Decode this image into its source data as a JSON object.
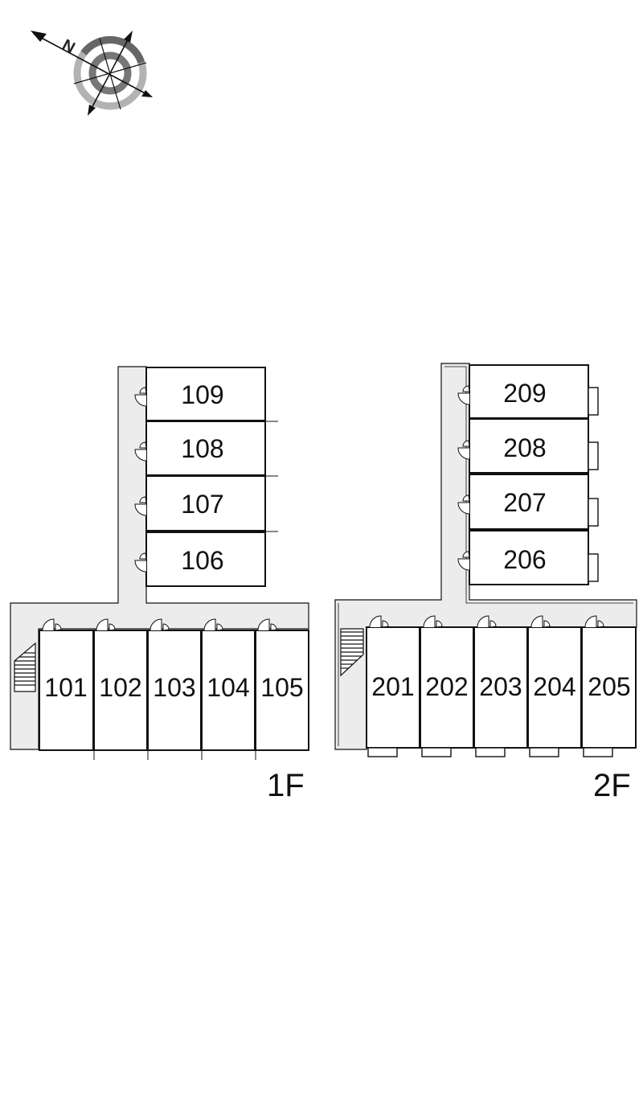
{
  "compass": {
    "north_label": "N",
    "icon": "compass-rose-icon"
  },
  "floors": [
    {
      "key": "1f",
      "label": "1F",
      "stair_icon": "staircase-icon",
      "rooms_vertical": [
        "109",
        "108",
        "107",
        "106"
      ],
      "rooms_horizontal": [
        "101",
        "102",
        "103",
        "104",
        "105"
      ]
    },
    {
      "key": "2f",
      "label": "2F",
      "stair_icon": "staircase-icon",
      "rooms_vertical": [
        "209",
        "208",
        "207",
        "206"
      ],
      "rooms_horizontal": [
        "201",
        "202",
        "203",
        "204",
        "205"
      ]
    }
  ],
  "colors": {
    "corridor": "#ececec",
    "line": "#111111",
    "room_fill": "#ffffff",
    "compass_dark": "#666666",
    "compass_light": "#b3b3b3"
  }
}
